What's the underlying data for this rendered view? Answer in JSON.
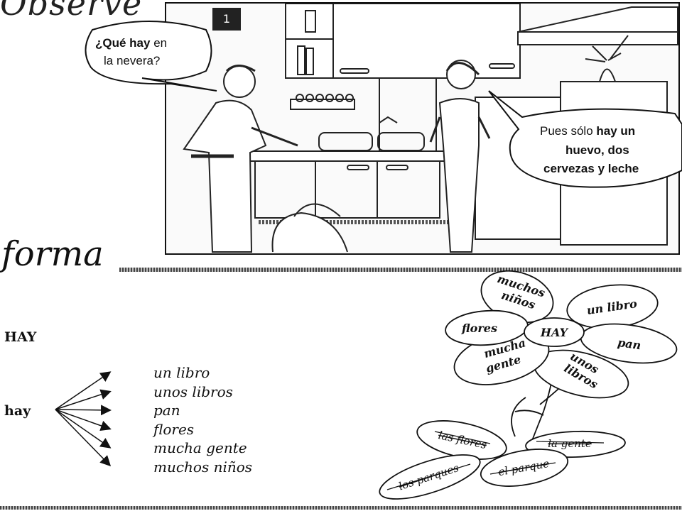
{
  "page": {
    "heading": "Observe",
    "panel_number": "1",
    "section_title": "forma",
    "hay_title": "HAY",
    "hay_label": "hay"
  },
  "dialogue": {
    "man": {
      "part1_bold": "¿Qué hay",
      "part1_rest": " en",
      "line2": "la nevera?"
    },
    "woman": {
      "line1_pre": "Pues sólo ",
      "line1_bold": "hay un",
      "line2": "huevo, dos",
      "line3": "cervezas y leche"
    }
  },
  "phrases": [
    "un libro",
    "unos libros",
    "pan",
    "flores",
    "mucha gente",
    "muchos niños"
  ],
  "flower_top": {
    "center": "HAY",
    "petals": [
      {
        "lines": [
          "muchos",
          "niños"
        ]
      },
      {
        "lines": [
          "un libro"
        ]
      },
      {
        "lines": [
          "pan"
        ]
      },
      {
        "lines": [
          "unos",
          "libros"
        ]
      },
      {
        "lines": [
          "mucha",
          "gente"
        ]
      },
      {
        "lines": [
          "flores"
        ]
      }
    ]
  },
  "flower_bottom": {
    "petals": [
      "las flores",
      "la gente",
      "el parque",
      "los parques"
    ]
  }
}
